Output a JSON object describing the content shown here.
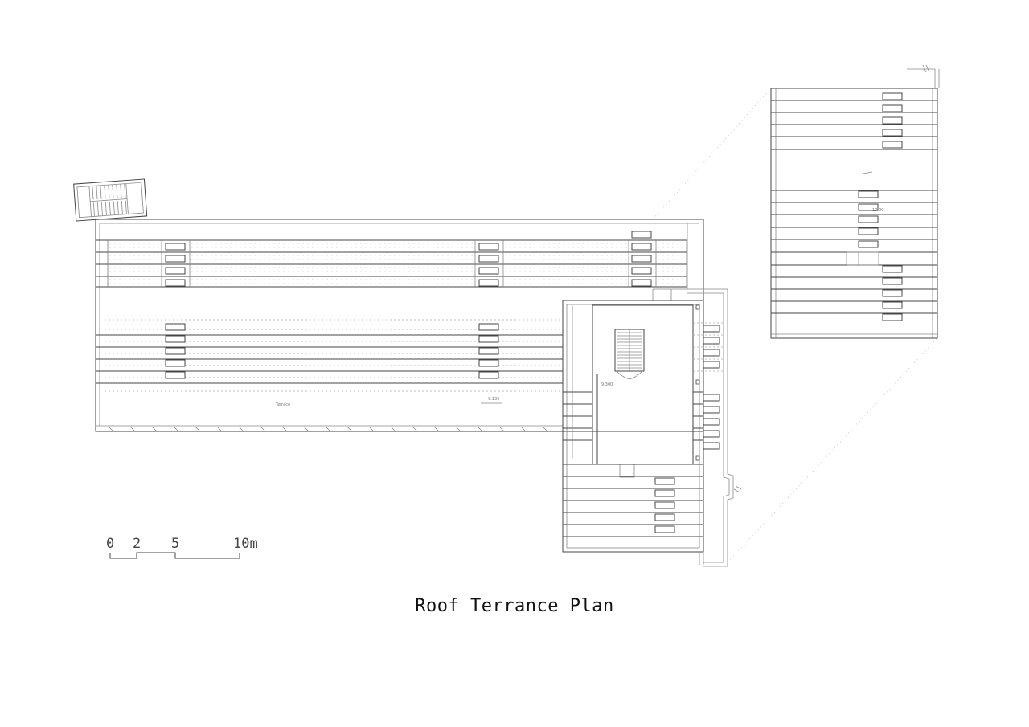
{
  "title": "Roof Terrance Plan",
  "scale_bar": {
    "labels": [
      "0",
      "2",
      "5",
      "10m"
    ]
  },
  "labels": {
    "terrace": "Terrace",
    "level_1": "9.135",
    "level_2": "9.300",
    "level_3": "10.00"
  }
}
